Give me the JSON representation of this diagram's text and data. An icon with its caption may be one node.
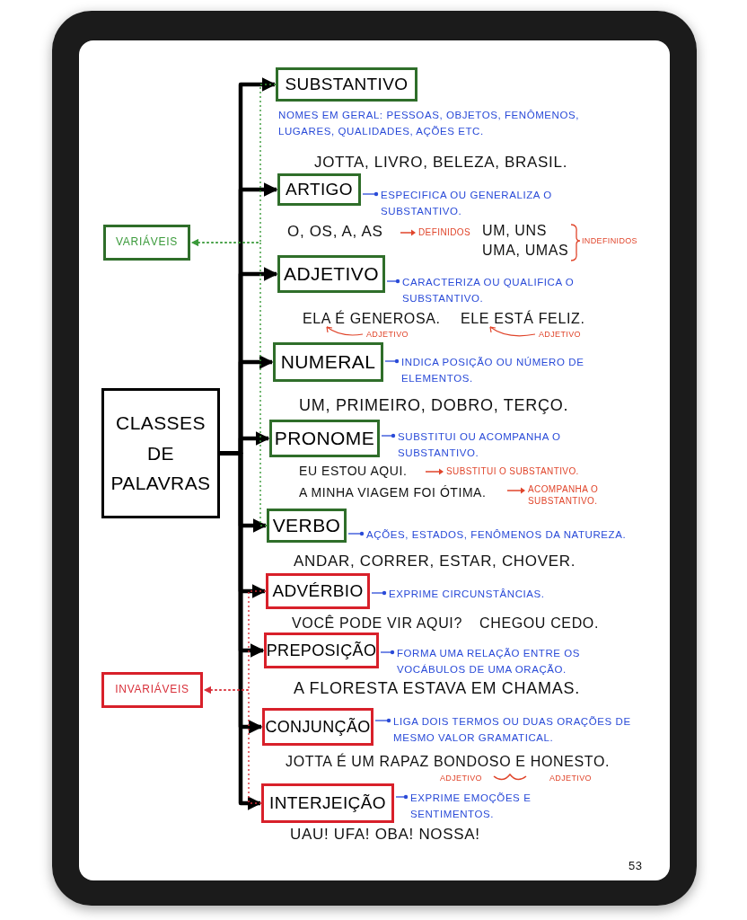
{
  "diagram": {
    "nodes": [
      {
        "text": [
          "CLASSES DE PALAVRAS"
        ]
      },
      {
        "text": [
          "SUBSTANTIVO"
        ],
        "beside": [
          "NOMES EM GERAL: PESSOAS, OBJETOS, FENÔMENOS, LUGARES, QUALIDADES, AÇÕES ETC."
        ]
      },
      {
        "text": [
          "ARTIGO"
        ],
        "beside": [
          "ESPECIFICA OU GENERALIZA O SUBSTANTIVO."
        ]
      },
      {
        "text": [
          "ADJETIVO"
        ],
        "beside": [
          "CARACTERIZA OU QUALIFICA O SUBSTANTIVO."
        ]
      },
      {
        "text": [
          "NUMERAL"
        ],
        "beside": [
          "INDICA POSIÇÃO OU NÚMERO DE ELEMENTOS."
        ]
      },
      {
        "text": [
          "PRONOME"
        ],
        "beside": [
          "SUBSTITUI OU ACOMPANHA O SUBSTANTIVO."
        ]
      },
      {
        "text": [
          "VERBO"
        ],
        "beside": [
          "AÇÕES, ESTADOS, FENÔMENOS DA NATUREZA."
        ]
      },
      {
        "text": [
          "ADVÉRBIO"
        ],
        "beside": [
          "EXPRIME CIRCUNSTÂNCIAS."
        ]
      },
      {
        "text": [
          "PREPOSIÇÃO"
        ],
        "beside": [
          "FORMA UMA RELAÇÃO ENTRE OS VOCÁBULOS DE UMA ORAÇÃO."
        ]
      },
      {
        "text": [
          "CONJUNÇÃO"
        ],
        "beside": [
          "LIGA DOIS TERMOS OU DUAS ORAÇÕES DE MESMO VALOR GRAMATICAL."
        ]
      },
      {
        "text": [
          "INTERJEIÇÃO"
        ],
        "beside": [
          "EXPRIME EMOÇÕES E SENTIMENTOS."
        ]
      },
      {
        "text": [
          "VARIÁVEIS"
        ]
      },
      {
        "text": [
          "INVARIÁVEIS"
        ]
      }
    ],
    "edges": [
      {
        "from": 0,
        "to": 1,
        "arrow": "to"
      },
      {
        "from": 0,
        "to": 2,
        "arrow": "to"
      },
      {
        "from": 0,
        "to": 3,
        "arrow": "to"
      },
      {
        "from": 0,
        "to": 4,
        "arrow": "to"
      },
      {
        "from": 0,
        "to": 5,
        "arrow": "to"
      },
      {
        "from": 0,
        "to": 6,
        "arrow": "to"
      },
      {
        "from": 0,
        "to": 7,
        "arrow": "to"
      },
      {
        "from": 0,
        "to": 8,
        "arrow": "to"
      },
      {
        "from": 0,
        "to": 9,
        "arrow": "to"
      },
      {
        "from": 0,
        "to": 10,
        "arrow": "to"
      },
      {
        "from": 1,
        "to": 11,
        "arrow": "to",
        "style": "dashed",
        "color": "#3a9a3a"
      },
      {
        "from": 6,
        "to": 11,
        "arrow": "to",
        "style": "dashed",
        "color": "#3a9a3a"
      },
      {
        "from": 7,
        "to": 12,
        "arrow": "to",
        "style": "dashed",
        "color": "#d8303a"
      },
      {
        "from": 10,
        "to": 12,
        "arrow": "to",
        "style": "dashed",
        "color": "#d8303a"
      }
    ],
    "labels": [
      "JOTTA, LIVRO, BELEZA, BRASIL.",
      "O, OS, A, AS",
      "DEFINIDOS",
      "UM, UNS",
      "UMA, UMAS",
      "INDEFINIDOS",
      "ELA É GENEROSA.",
      "ELE ESTÁ FELIZ.",
      "ADJETIVO",
      "ADJETIVO",
      "UM, PRIMEIRO, DOBRO, TERÇO.",
      "EU ESTOU AQUI.",
      "SUBSTITUI O SUBSTANTIVO.",
      "A MINHA VIAGEM FOI ÓTIMA.",
      "ACOMPANHA O SUBSTANTIVO.",
      "ANDAR, CORRER, ESTAR, CHOVER.",
      "VOCÊ PODE VIR AQUI?",
      "CHEGOU CEDO.",
      "A FLORESTA ESTAVA EM CHAMAS.",
      "JOTTA É UM RAPAZ BONDOSO E HONESTO.",
      "ADJETIVO",
      "ADJETIVO",
      "UAU! UFA! OBA! NOSSA!",
      "53"
    ]
  }
}
